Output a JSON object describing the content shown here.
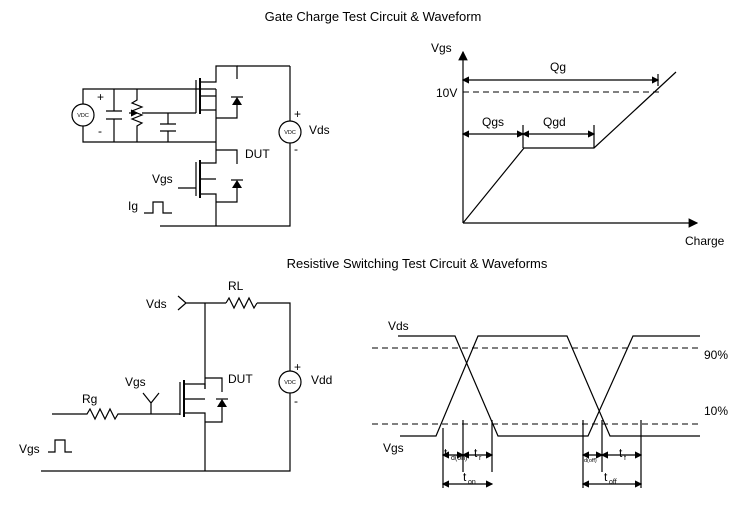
{
  "titles": {
    "gate_charge": "Gate Charge Test Circuit & Waveform",
    "resistive": "Resistive Switching Test Circuit & Waveforms"
  },
  "gate_charge_circuit": {
    "source_left_plus": "+",
    "source_left_minus": "-",
    "source_left_symbol": "VDC",
    "source_right_symbol": "VDC",
    "source_right_plus": "+",
    "source_right_minus": "-",
    "vds_label": "Vds",
    "dut_label": "DUT",
    "vgs_label": "Vgs",
    "ig_label": "Ig"
  },
  "gate_charge_waveform": {
    "y_axis_label": "Vgs",
    "x_axis_label": "Charge",
    "level_label": "10V",
    "qg_label": "Qg",
    "qgs_label": "Qgs",
    "qgd_label": "Qgd"
  },
  "resistive_circuit": {
    "vds_label": "Vds",
    "rl_label": "RL",
    "vdd_plus": "+",
    "vdd_minus": "-",
    "vdd_symbol": "VDC",
    "vdd_label": "Vdd",
    "dut_label": "DUT",
    "vgs_label": "Vgs",
    "rg_label": "Rg",
    "vgs_pulse_label": "Vgs"
  },
  "switching_waveforms": {
    "vds_label": "Vds",
    "vgs_label": "Vgs",
    "pct90": "90%",
    "pct10": "10%",
    "td_on": "d(on)",
    "tr": "r",
    "ton": "on",
    "td_off": "d(off)",
    "tf": "f",
    "toff": "off",
    "t": "t"
  }
}
